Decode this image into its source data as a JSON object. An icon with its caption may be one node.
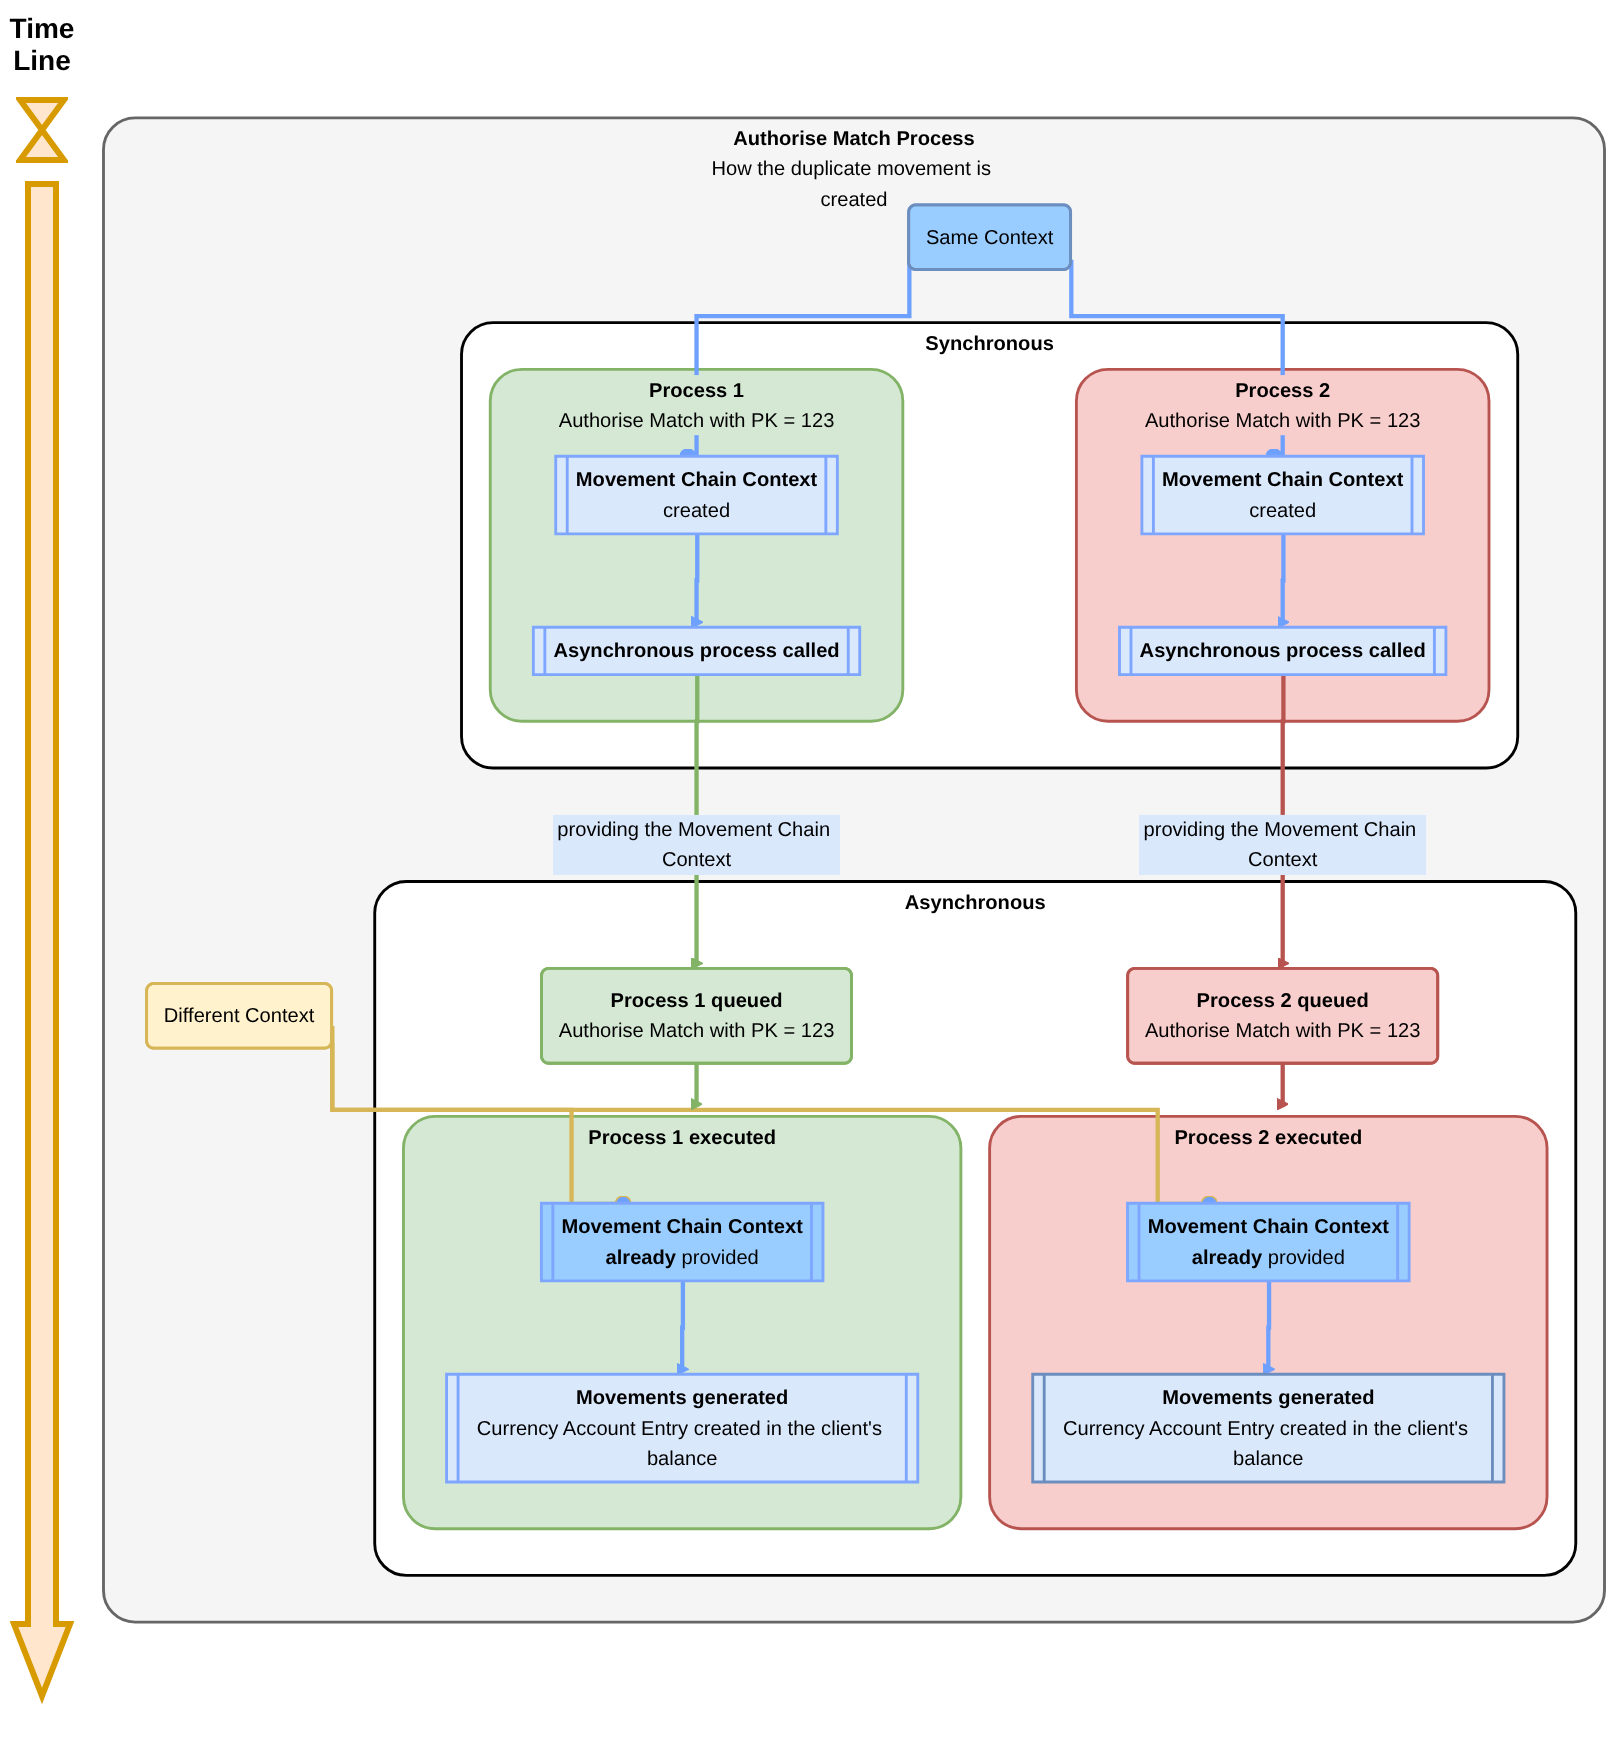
{
  "diagram": {
    "nodes": [
      {
        "text": [
          "Authorise Match Process",
          "How the duplicate movement is created"
        ]
      },
      {
        "text": [
          "Synchronous"
        ],
        "in": 0
      },
      {
        "text": [
          "Process 1",
          "Authorise Match with PK = 123"
        ],
        "in": 1
      },
      {
        "text": [
          "Movement Chain Context",
          "created"
        ],
        "in": 2
      },
      {
        "text": [
          "Asynchronous process called"
        ],
        "in": 2
      },
      {
        "text": [
          "Process 2",
          "Authorise Match with PK = 123"
        ],
        "in": 1
      },
      {
        "text": [
          "Movement Chain Context",
          "created"
        ],
        "in": 5
      },
      {
        "text": [
          "Asynchronous process called"
        ],
        "in": 5
      },
      {
        "text": [
          "Asynchronous"
        ],
        "in": 0
      },
      {
        "text": [
          "Process 1 queued",
          "Authorise Match with PK = 123"
        ],
        "in": 8
      },
      {
        "text": [
          "Process 2 queued",
          "Authorise Match with PK = 123"
        ],
        "in": 8
      },
      {
        "text": [
          "Process 1 executed"
        ],
        "in": 8
      },
      {
        "text": [
          "Movement Chain Context",
          "**already** provided"
        ],
        "in": 11
      },
      {
        "text": [
          "Movements generated",
          "Currency Account Entry created in the client's balance"
        ],
        "in": 11
      },
      {
        "text": [
          "Process 2 executed"
        ],
        "in": 8
      },
      {
        "text": [
          "Movement Chain Context",
          "**already** provided"
        ],
        "in": 14
      },
      {
        "text": [
          "Movements generated",
          "Currency Account Entry created in the client's balance"
        ],
        "in": 14
      },
      {
        "text": [
          "Same Context"
        ],
        "in": 0
      },
      {
        "text": [
          "Different Context"
        ],
        "in": 0
      }
    ],
    "edges": [
      {
        "from": 3,
        "to": 4,
        "arrow": "to"
      },
      {
        "from": 6,
        "to": 7,
        "arrow": "to"
      },
      {
        "from": 4,
        "to": 9,
        "arrow": "to",
        "label": "providing the Movement Chain Context",
        "color": "#82b366"
      },
      {
        "from": 7,
        "to": 10,
        "arrow": "to",
        "label": "providing the Movement Chain Context",
        "color": "#b85450"
      },
      {
        "from": 9,
        "to": 11,
        "arrow": "to",
        "color": "#82b366"
      },
      {
        "from": 10,
        "to": 14,
        "arrow": "to",
        "color": "#b85450"
      },
      {
        "from": 12,
        "to": 13,
        "arrow": "to"
      },
      {
        "from": 15,
        "to": 16,
        "arrow": "to"
      },
      {
        "from": 17,
        "to": 3,
        "arrow": "other"
      },
      {
        "from": 17,
        "to": 6,
        "arrow": "other"
      },
      {
        "from": 18,
        "to": 12,
        "arrow": "other",
        "color": "#d6b656"
      },
      {
        "from": 18,
        "to": 15,
        "arrow": "other",
        "color": "#d6b656"
      }
    ],
    "labels": [
      "Time Line"
    ]
  }
}
